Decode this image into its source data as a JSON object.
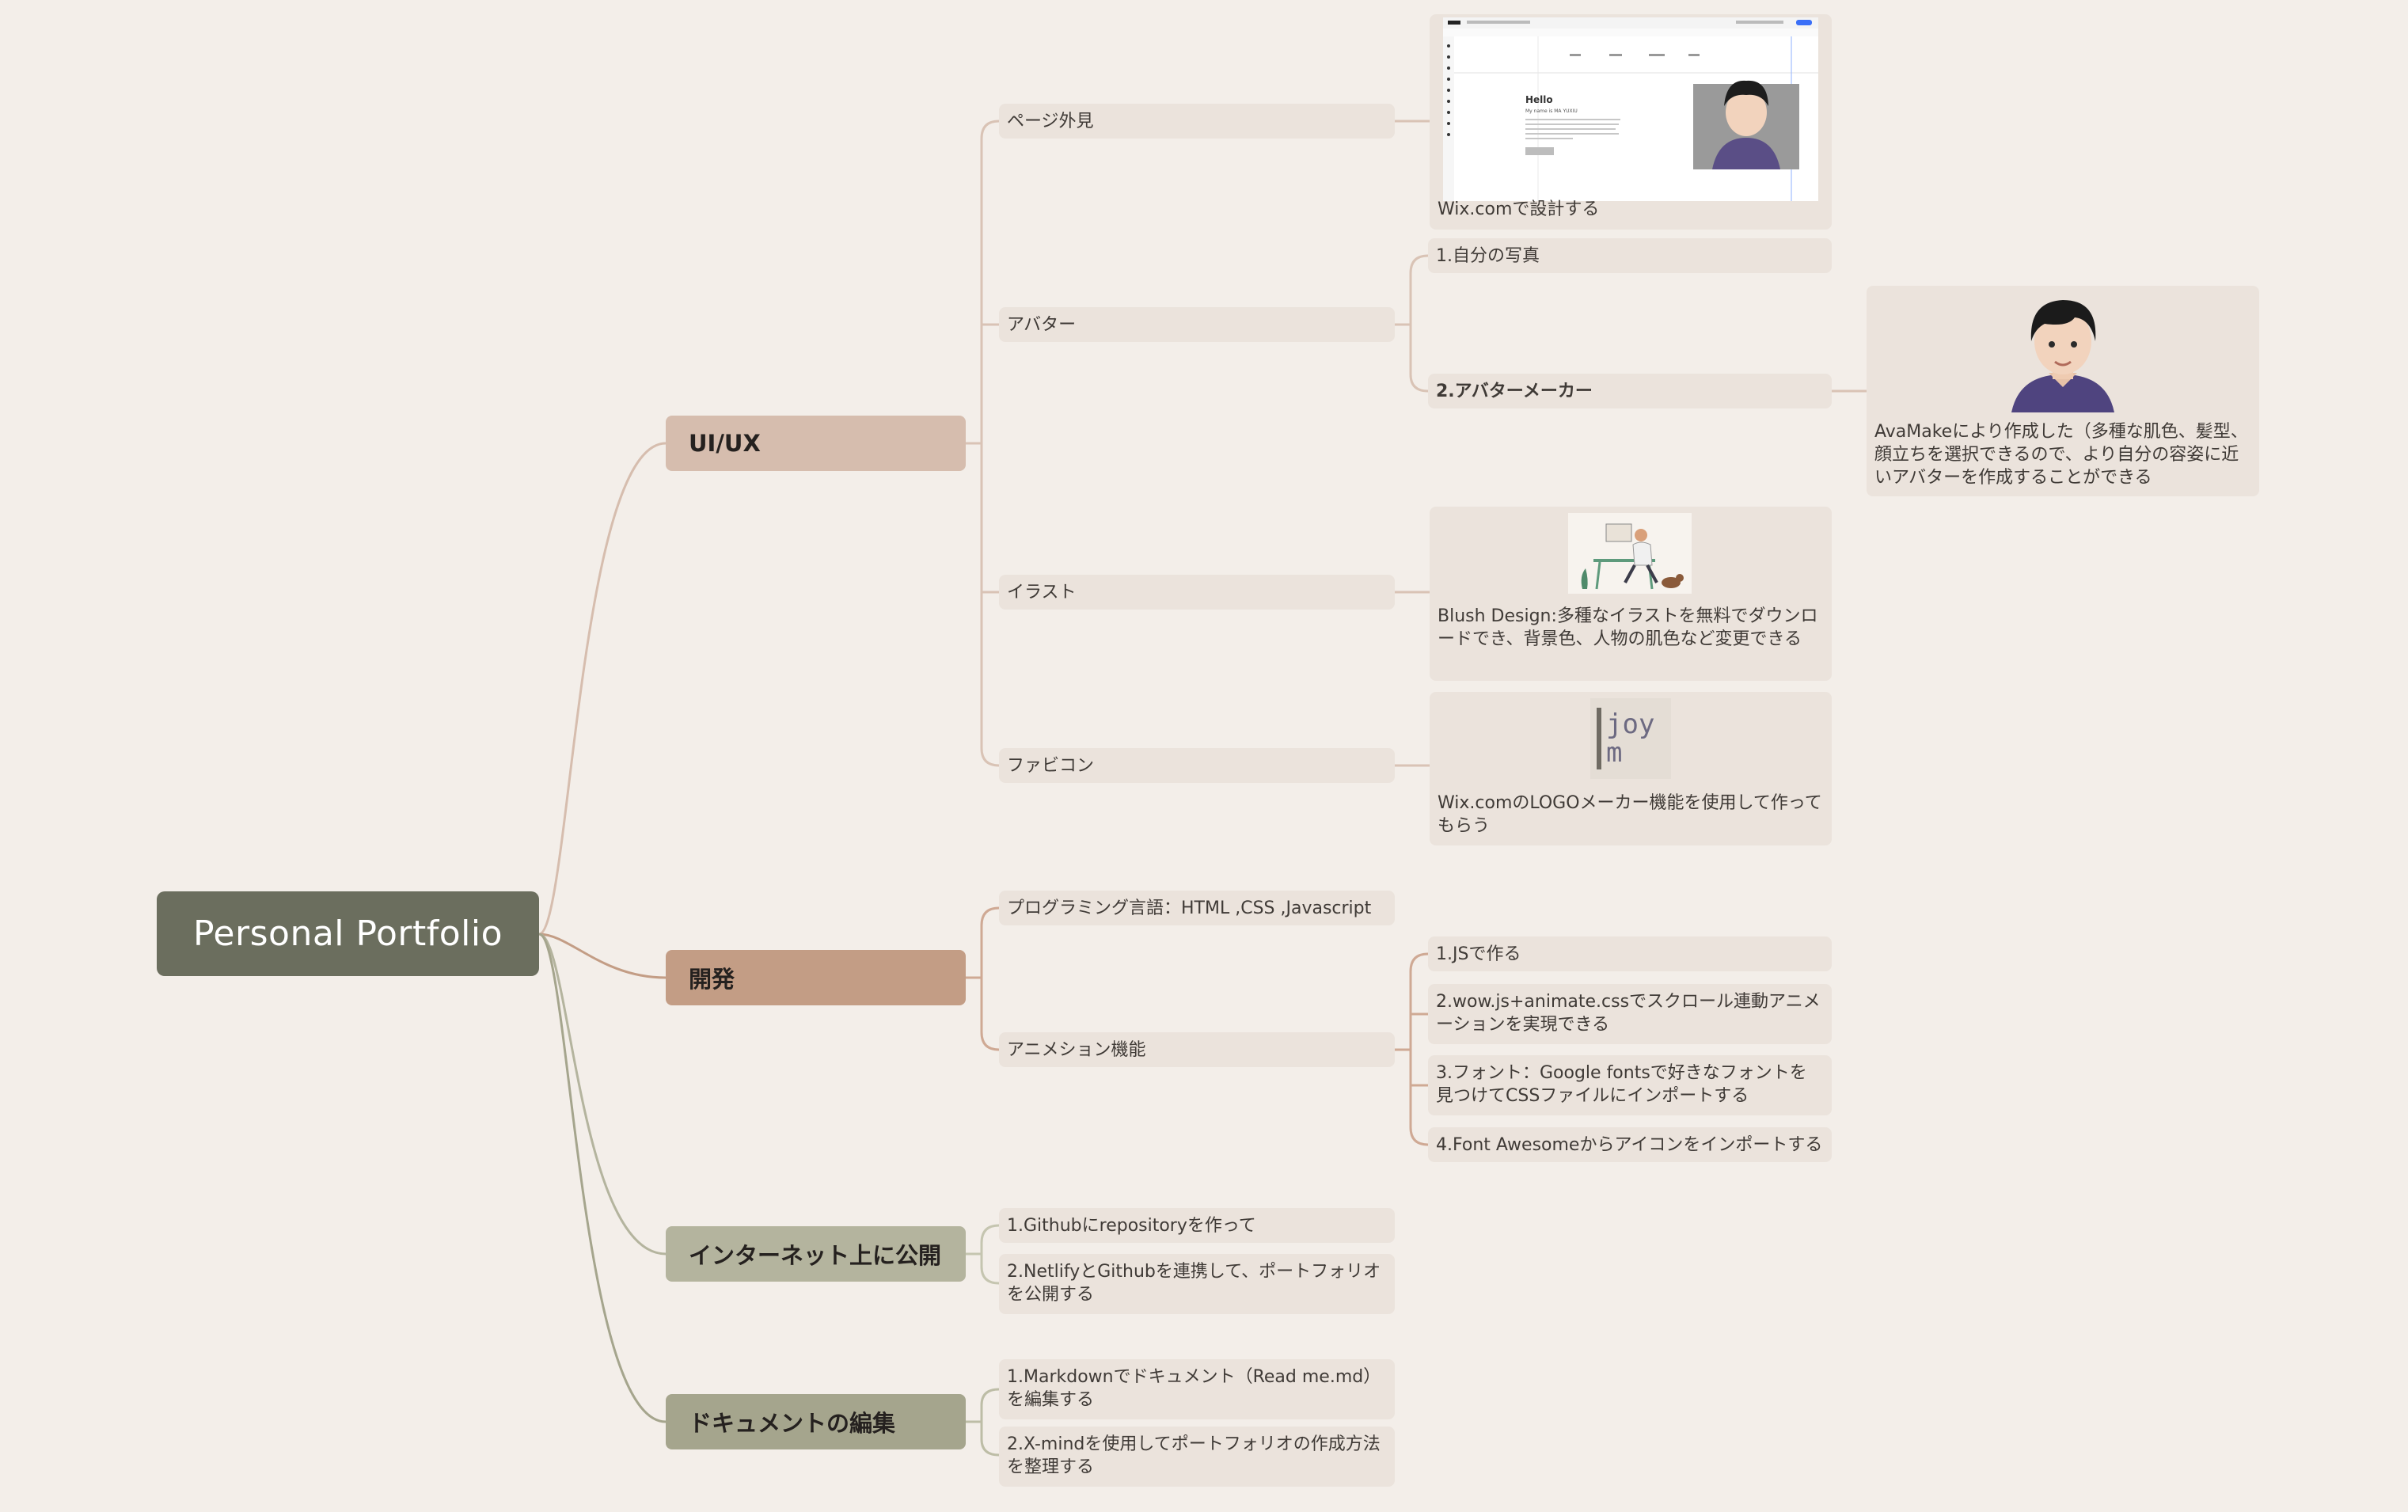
{
  "root": {
    "label": "Personal Portfolio"
  },
  "colors": {
    "background": "#f3eee9",
    "root": "#6b6e5e",
    "uiux": "#d6bdae",
    "dev": "#c39d85",
    "publish": "#b4b49e",
    "docs": "#a5a58d",
    "topic": "#ebe3dc"
  },
  "branches": {
    "uiux": {
      "label": "UI/UX",
      "page_look": {
        "label": "ページ外見",
        "card_caption": "Wix.comで設計する",
        "screenshot": {
          "hello": "Hello",
          "sub": "My name is MA YUXIU"
        }
      },
      "avatar": {
        "label": "アバター",
        "item1": "1.自分の写真",
        "item2": "2.アバターメーカー",
        "card_caption": "AvaMakeにより作成した（多種な肌色、髪型、顔立ちを選択できるので、より自分の容姿に近いアバターを作成することができる"
      },
      "illust": {
        "label": "イラスト",
        "card_caption": "Blush Design:多種なイラストを無料でダウンロードでき、背景色、人物の肌色など変更できる"
      },
      "favicon": {
        "label": "ファビコン",
        "logo_text": "joy m",
        "card_caption": "Wix.comのLOGOメーカー機能を使用して作ってもらう"
      }
    },
    "dev": {
      "label": "開発",
      "lang": "プログラミング言語：HTML ,CSS ,Javascript",
      "anim": {
        "label": "アニメション機能",
        "items": [
          "1.JSで作る",
          "2.wow.js+animate.cssでスクロール連動アニメーションを実現できる",
          "3.フォント：Google fontsで好きなフォントを見つけてCSSファイルにインポートする",
          "4.Font Awesomeからアイコンをインポートする"
        ]
      }
    },
    "publish": {
      "label": "インターネット上に公開",
      "items": [
        "1.Githubにrepositoryを作って",
        "2.NetlifyとGithubを連携して、ポートフォリオを公開する"
      ]
    },
    "docs": {
      "label": "ドキュメントの編集",
      "items": [
        "1.Markdownでドキュメント（Read me.md）を編集する",
        "2.X-mindを使用してポートフォリオの作成方法を整理する"
      ]
    }
  }
}
